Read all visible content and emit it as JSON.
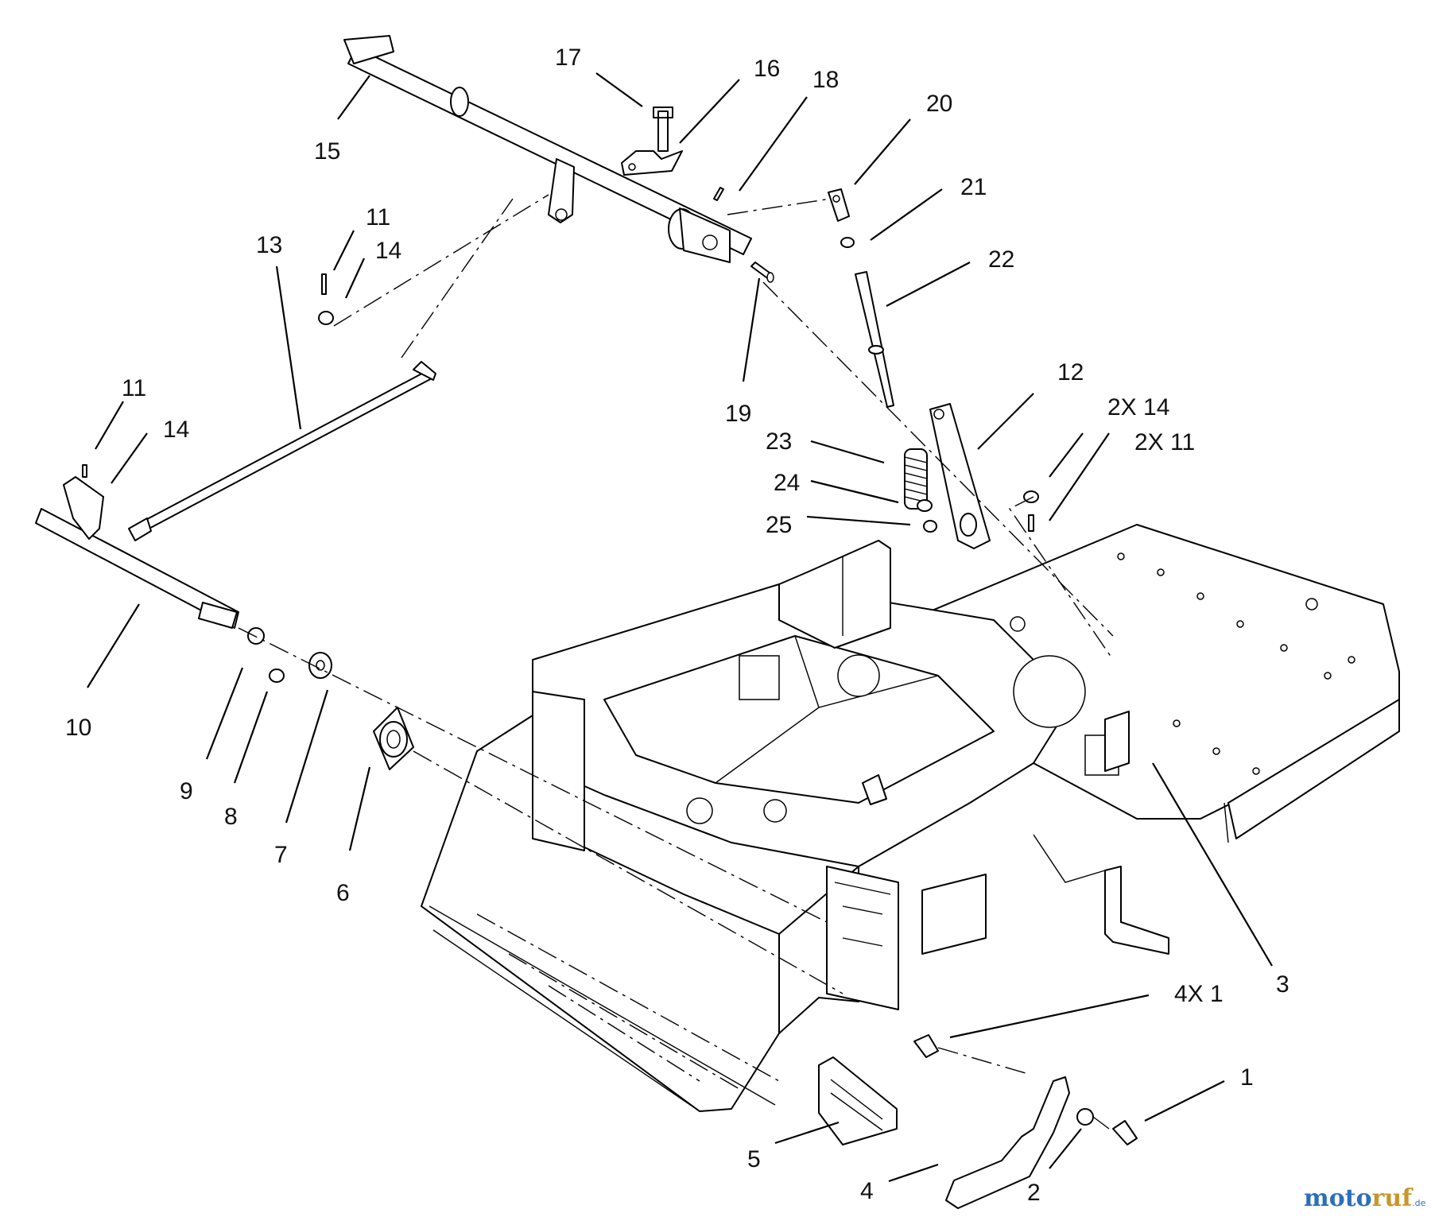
{
  "callouts": [
    {
      "id": "c17",
      "label": "17"
    },
    {
      "id": "c16",
      "label": "16"
    },
    {
      "id": "c18",
      "label": "18"
    },
    {
      "id": "c20",
      "label": "20"
    },
    {
      "id": "c15",
      "label": "15"
    },
    {
      "id": "c21",
      "label": "21"
    },
    {
      "id": "c11a",
      "label": "11"
    },
    {
      "id": "c13",
      "label": "13"
    },
    {
      "id": "c14a",
      "label": "14"
    },
    {
      "id": "c22",
      "label": "22"
    },
    {
      "id": "c11b",
      "label": "11"
    },
    {
      "id": "c12",
      "label": "12"
    },
    {
      "id": "c19",
      "label": "19"
    },
    {
      "id": "c2x14",
      "label": "2X 14"
    },
    {
      "id": "c14b",
      "label": "14"
    },
    {
      "id": "c23",
      "label": "23"
    },
    {
      "id": "c2x11",
      "label": "2X 11"
    },
    {
      "id": "c24",
      "label": "24"
    },
    {
      "id": "c25",
      "label": "25"
    },
    {
      "id": "c10",
      "label": "10"
    },
    {
      "id": "c9",
      "label": "9"
    },
    {
      "id": "c8",
      "label": "8"
    },
    {
      "id": "c7",
      "label": "7"
    },
    {
      "id": "c6",
      "label": "6"
    },
    {
      "id": "c3",
      "label": "3"
    },
    {
      "id": "c4x1",
      "label": "4X 1"
    },
    {
      "id": "c1",
      "label": "1"
    },
    {
      "id": "c5",
      "label": "5"
    },
    {
      "id": "c4",
      "label": "4"
    },
    {
      "id": "c2",
      "label": "2"
    }
  ],
  "watermark": {
    "part1": "moto",
    "part2": "ruf",
    "suffix": ".de"
  }
}
